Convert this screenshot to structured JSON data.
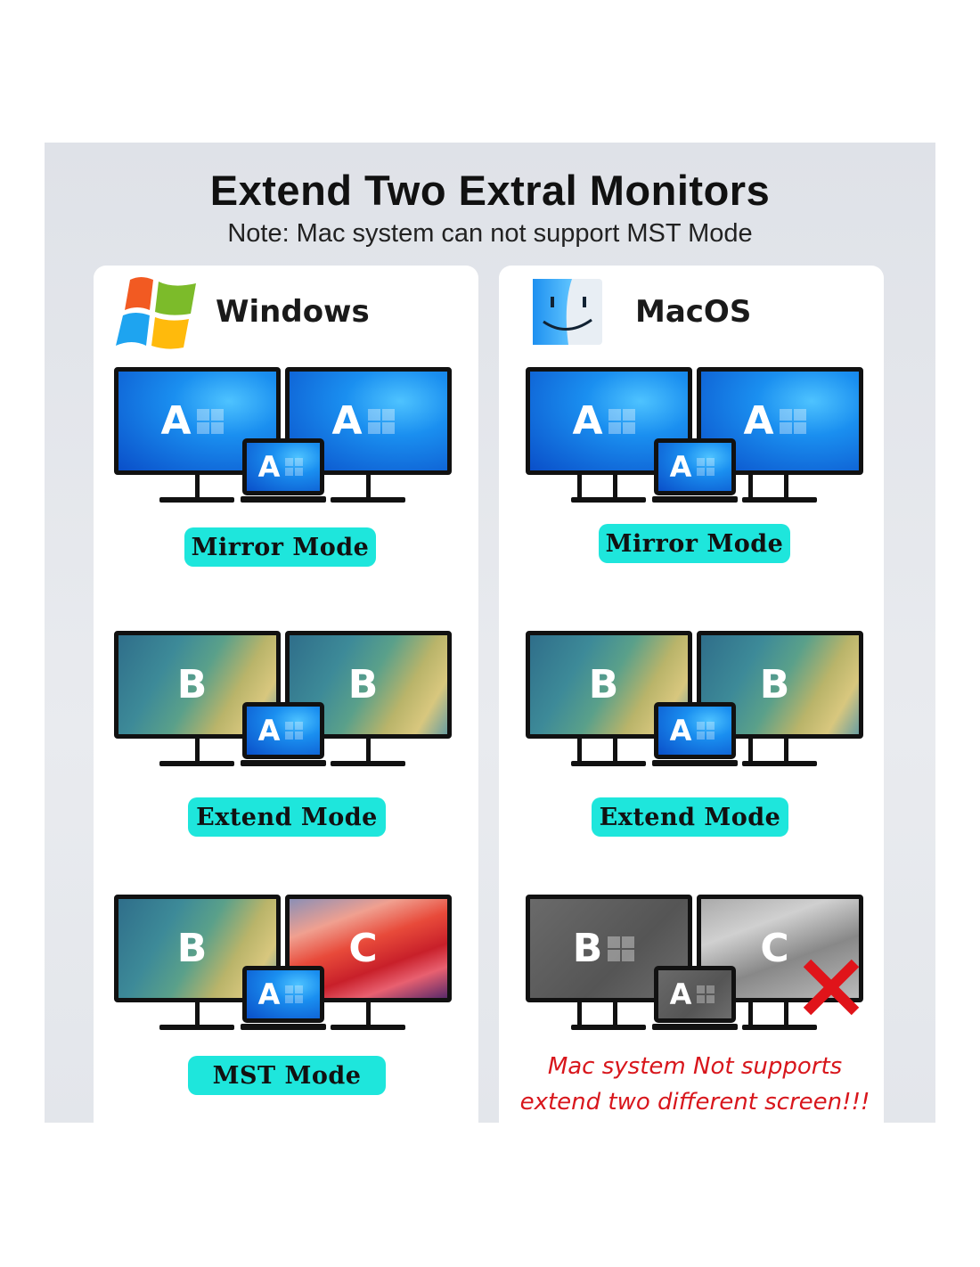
{
  "header": {
    "title": "Extend Two Extral Monitors",
    "note": "Note: Mac system can not support MST Mode"
  },
  "windows": {
    "label": "Windows",
    "icon": "windows-logo-icon",
    "modes": [
      {
        "label": "Mirror Mode",
        "left": "A",
        "right": "A",
        "laptop": "A"
      },
      {
        "label": "Extend Mode",
        "left": "B",
        "right": "B",
        "laptop": "A"
      },
      {
        "label": "MST Mode",
        "left": "B",
        "right": "C",
        "laptop": "A"
      }
    ]
  },
  "macos": {
    "label": "MacOS",
    "icon": "finder-logo-icon",
    "modes": [
      {
        "label": "Mirror Mode",
        "left": "A",
        "right": "A",
        "laptop": "A"
      },
      {
        "label": "Extend Mode",
        "left": "B",
        "right": "B",
        "laptop": "A"
      },
      {
        "left": "B",
        "right": "C",
        "laptop": "A",
        "unsupported": true
      }
    ],
    "warning_line1": "Mac system Not supports",
    "warning_line2": "extend two different screen!!!"
  },
  "colors": {
    "badge": "#1ee6dc",
    "warning": "#d8161c"
  }
}
